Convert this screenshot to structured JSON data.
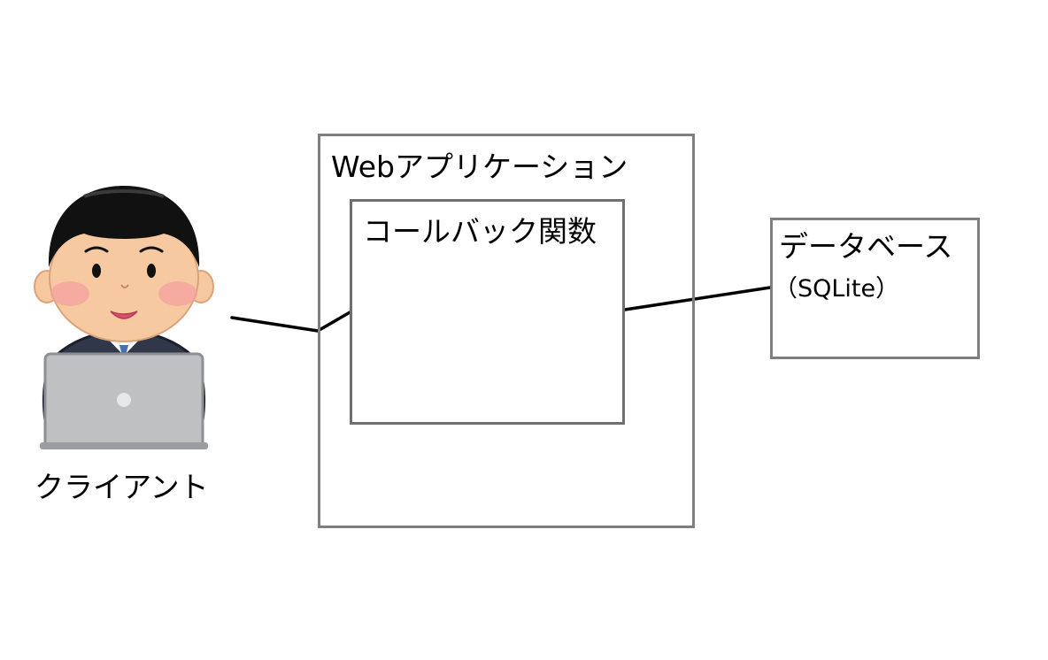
{
  "diagram": {
    "client": {
      "label": "クライアント",
      "icon": "person-with-laptop-icon"
    },
    "web_app": {
      "label": "Webアプリケーション"
    },
    "callback": {
      "label": "コールバック関数"
    },
    "database": {
      "label": "データベース",
      "sub_label": "（SQLite）"
    },
    "colors": {
      "box_border": "#7f7f7f",
      "line": "#000000",
      "hair": "#111111",
      "skin": "#f7c9a0",
      "cheek": "#f4a0a0",
      "suit": "#2f3748",
      "laptop": "#bfc0c2"
    }
  }
}
